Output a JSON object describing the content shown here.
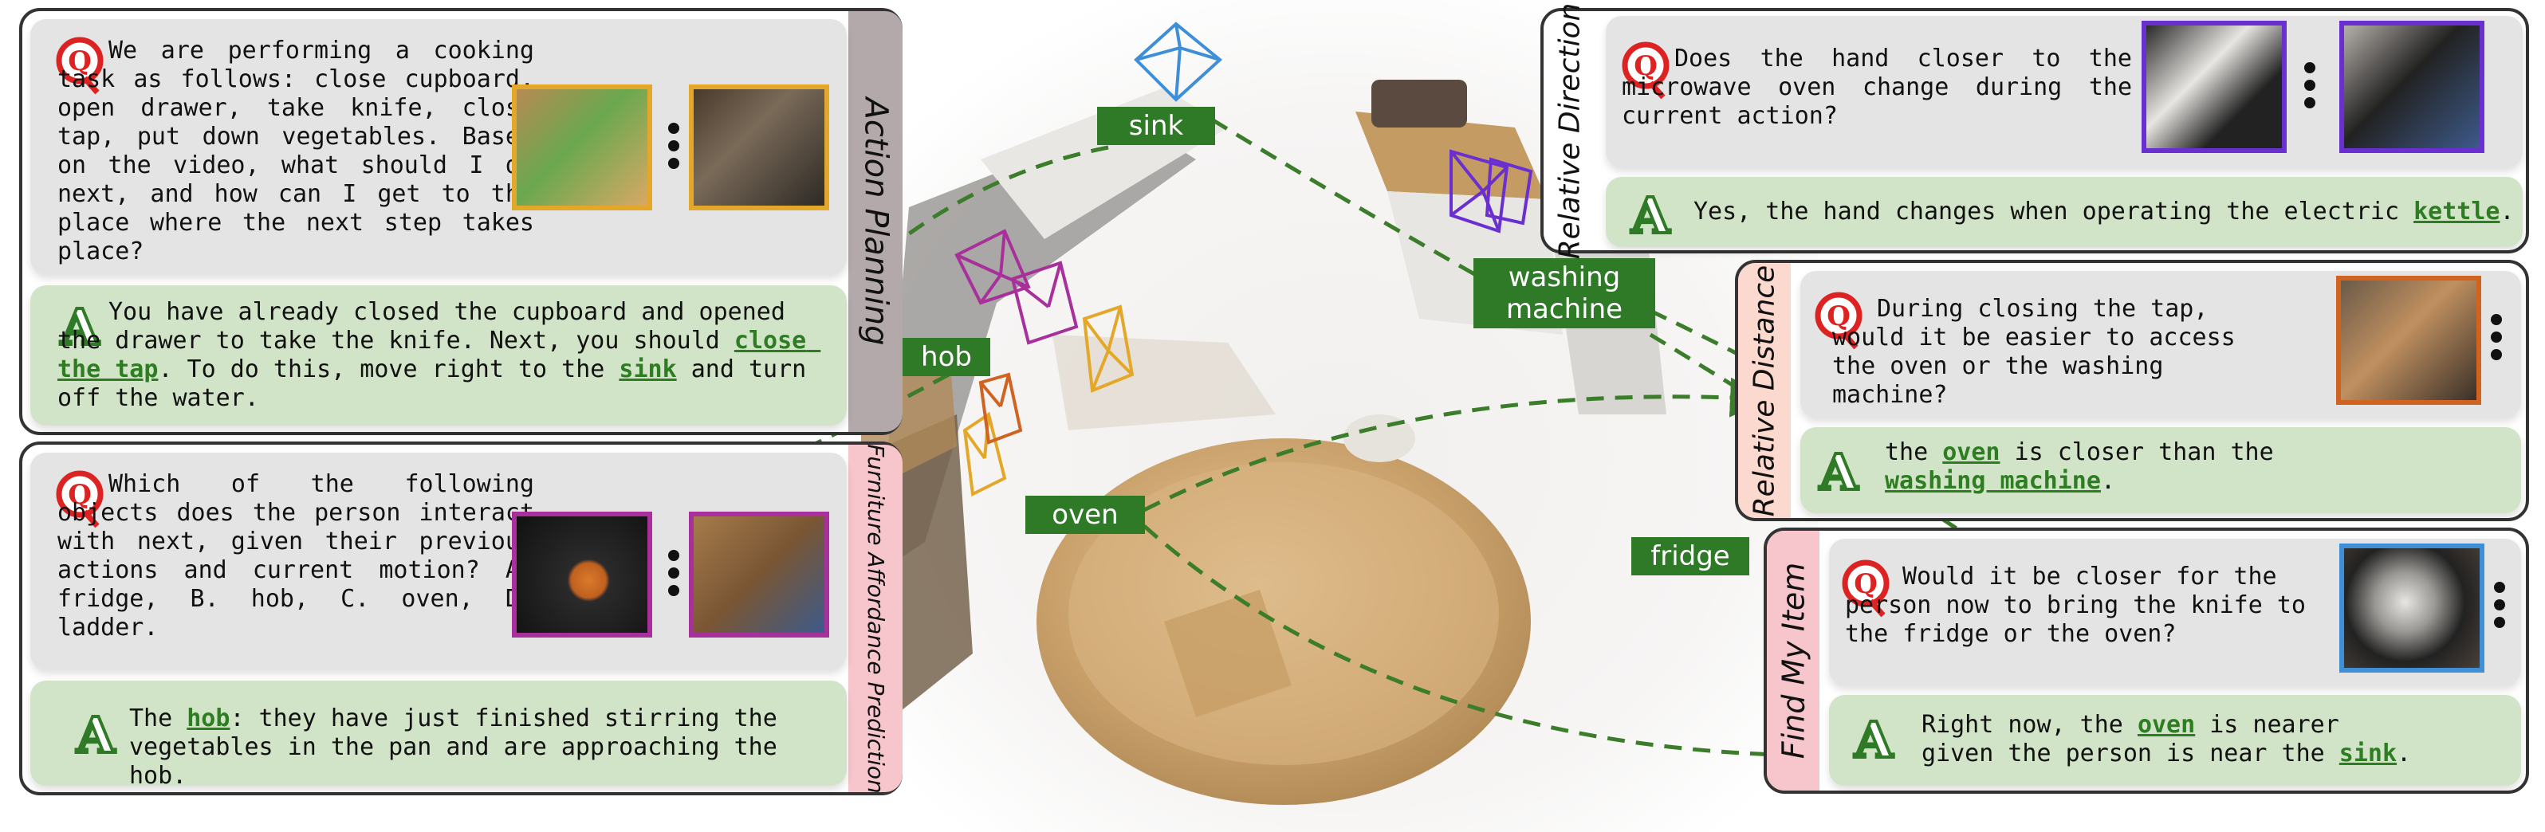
{
  "tags": {
    "sink": "sink",
    "hob": "hob",
    "oven": "oven",
    "washing_machine_line1": "washing",
    "washing_machine_line2": "machine",
    "fridge": "fridge"
  },
  "panels": {
    "action_planning": {
      "title": "Action Planning",
      "question": "We are performing a cooking task as follows: close cupboard, open drawer, take knife, close tap, put down vegetables. Based on the video, what should I do next, and how can I get to the place where the next step takes place?",
      "answer_parts": {
        "a": "You have already closed the cupboard and opened the drawer to take the knife. Next, you should ",
        "b": "close the tap",
        "c": ". To do this, move right to the ",
        "d": "sink",
        "e": " and turn off the water."
      },
      "frame_color": "#e3a82a"
    },
    "furniture_affordance": {
      "title": "Furniture Affordance Prediction",
      "question": "Which of the following objects does the person interact with next, given their previous actions and current motion? A. fridge, B. hob, C. oven, D. ladder.",
      "answer_parts": {
        "a": "The ",
        "b": "hob",
        "c": ": they have just finished stirring the vegetables in the pan and are approaching the hob."
      },
      "frame_color": "#a8309a"
    },
    "relative_direction": {
      "title": "Relative Direction",
      "question": "Does the hand closer to the microwave oven change during the current action?",
      "answer_parts": {
        "a": "Yes, the hand changes when operating the electric ",
        "b": "kettle",
        "c": "."
      },
      "frame_color": "#6a2fd0"
    },
    "relative_distance": {
      "title": "Relative Distance",
      "question": "During closing the tap, would it be easier to access the oven or the washing machine?",
      "answer_parts": {
        "a": "the ",
        "b": "oven",
        "c": " is closer than the ",
        "d": "washing machine",
        "e": "."
      },
      "frame_color": "#d0631f"
    },
    "find_my_item": {
      "title": "Find My Item",
      "question": "Would it be closer for the person now to bring the knife to the fridge or the oven?",
      "answer_parts": {
        "a": "Right now, the ",
        "b": "oven",
        "c": " is nearer given the person is near the ",
        "d": "sink",
        "e": "."
      },
      "frame_color": "#3f8fd8"
    }
  },
  "colors": {
    "accent_green": "#2f7a27",
    "answer_bg": "#d2e4c8",
    "question_bg": "#e4e4e4",
    "tab_pink": "#f6c6cc",
    "tab_grey": "#b3a9ab",
    "tab_peach": "#fbd9cf"
  }
}
